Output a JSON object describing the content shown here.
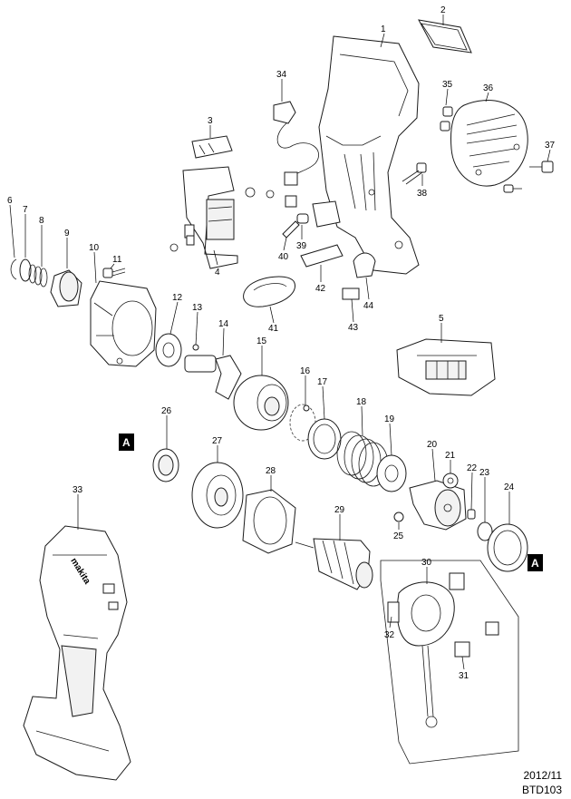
{
  "callouts": [
    {
      "id": "1",
      "label": "1"
    },
    {
      "id": "2",
      "label": "2"
    },
    {
      "id": "3",
      "label": "3"
    },
    {
      "id": "4",
      "label": "4"
    },
    {
      "id": "5",
      "label": "5"
    },
    {
      "id": "6",
      "label": "6"
    },
    {
      "id": "7",
      "label": "7"
    },
    {
      "id": "8",
      "label": "8"
    },
    {
      "id": "9",
      "label": "9"
    },
    {
      "id": "10",
      "label": "10"
    },
    {
      "id": "11",
      "label": "11"
    },
    {
      "id": "12",
      "label": "12"
    },
    {
      "id": "13",
      "label": "13"
    },
    {
      "id": "14",
      "label": "14"
    },
    {
      "id": "15",
      "label": "15"
    },
    {
      "id": "16",
      "label": "16"
    },
    {
      "id": "17",
      "label": "17"
    },
    {
      "id": "18",
      "label": "18"
    },
    {
      "id": "19",
      "label": "19"
    },
    {
      "id": "20",
      "label": "20"
    },
    {
      "id": "21",
      "label": "21"
    },
    {
      "id": "22",
      "label": "22"
    },
    {
      "id": "23",
      "label": "23"
    },
    {
      "id": "24",
      "label": "24"
    },
    {
      "id": "25",
      "label": "25"
    },
    {
      "id": "26",
      "label": "26"
    },
    {
      "id": "27",
      "label": "27"
    },
    {
      "id": "28",
      "label": "28"
    },
    {
      "id": "29",
      "label": "29"
    },
    {
      "id": "30",
      "label": "30"
    },
    {
      "id": "31",
      "label": "31"
    },
    {
      "id": "32",
      "label": "32"
    },
    {
      "id": "33",
      "label": "33"
    },
    {
      "id": "34",
      "label": "34"
    },
    {
      "id": "35",
      "label": "35"
    },
    {
      "id": "36",
      "label": "36"
    },
    {
      "id": "37",
      "label": "37"
    },
    {
      "id": "38",
      "label": "38"
    },
    {
      "id": "39",
      "label": "39"
    },
    {
      "id": "40",
      "label": "40"
    },
    {
      "id": "41",
      "label": "41"
    },
    {
      "id": "42",
      "label": "42"
    },
    {
      "id": "43",
      "label": "43"
    },
    {
      "id": "44",
      "label": "44"
    }
  ],
  "flags": [
    {
      "id": "flag-left",
      "label": "A"
    },
    {
      "id": "flag-right",
      "label": "A"
    }
  ],
  "housing_logo_text": "makita",
  "footer": {
    "date": "2012/11",
    "model": "BTD103"
  }
}
